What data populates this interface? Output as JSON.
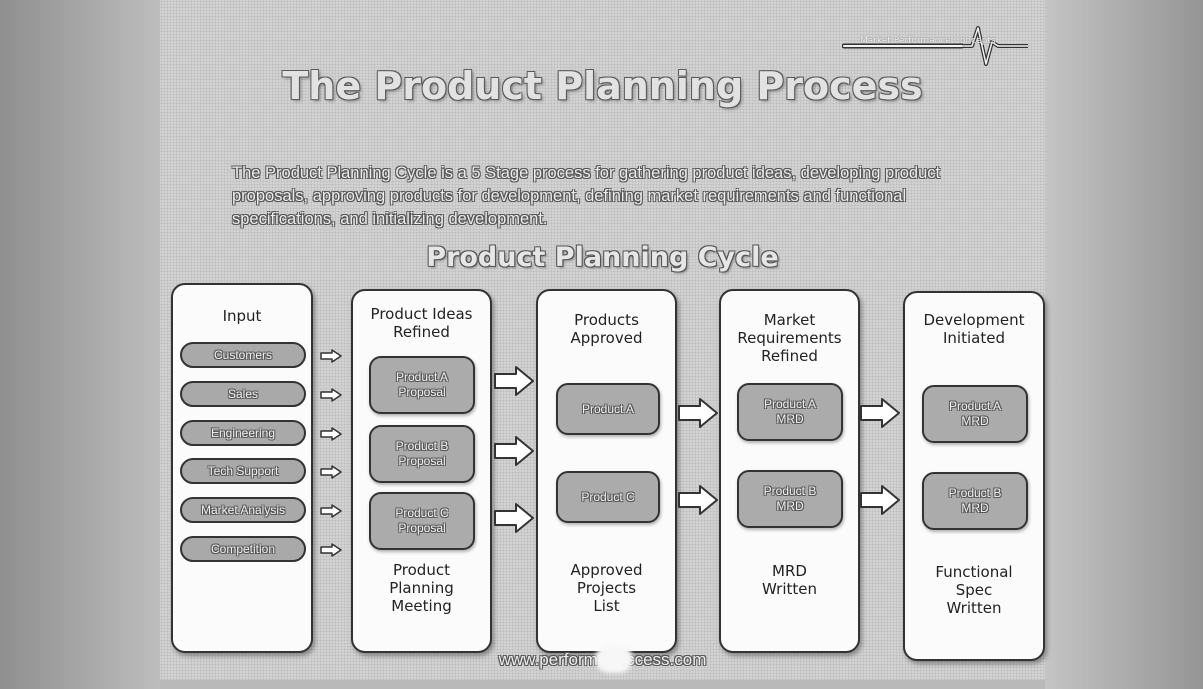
{
  "slide": {
    "logo_text": "Market Performance Concepts",
    "title": "The Product Planning Process",
    "subtitle": "The Product Planning Cycle is a 5 Stage process for gathering product ideas, developing product proposals, approving products for development, defining market requirements and functional specifications, and initializing development.",
    "cycle_title": "Product Planning Cycle",
    "footer_url": "www.perform        -success.com"
  },
  "stages": {
    "input": {
      "title": "Input",
      "items": [
        "Customers",
        "Sales",
        "Engineering",
        "Tech Support",
        "Market Analysis",
        "Competition"
      ]
    },
    "ideas": {
      "title_line1": "Product Ideas",
      "title_line2": "Refined",
      "cards": [
        {
          "line1": "Product A",
          "line2": "Proposal"
        },
        {
          "line1": "Product B",
          "line2": "Proposal"
        },
        {
          "line1": "Product C",
          "line2": "Proposal"
        }
      ],
      "bottom_line1": "Product",
      "bottom_line2": "Planning",
      "bottom_line3": "Meeting"
    },
    "approved": {
      "title_line1": "Products",
      "title_line2": "Approved",
      "cards": [
        "Product A",
        "Product C"
      ],
      "bottom_line1": "Approved",
      "bottom_line2": "Projects",
      "bottom_line3": "List"
    },
    "mrd": {
      "title_line1": "Market",
      "title_line2": "Requirements",
      "title_line3": "Refined",
      "cards": [
        {
          "line1": "Product A",
          "line2": "MRD"
        },
        {
          "line1": "Product B",
          "line2": "MRD"
        }
      ],
      "bottom_line1": "MRD",
      "bottom_line2": "Written"
    },
    "dev": {
      "title_line1": "Development",
      "title_line2": "Initiated",
      "cards": [
        {
          "line1": "Product A",
          "line2": "MRD"
        },
        {
          "line1": "Product B",
          "line2": "MRD"
        }
      ],
      "bottom_line1": "Functional",
      "bottom_line2": "Spec",
      "bottom_line3": "Written"
    }
  },
  "colors": {
    "stage_fill": "#fbfbfb",
    "card_fill": "#ababab",
    "outline": "#333333"
  }
}
